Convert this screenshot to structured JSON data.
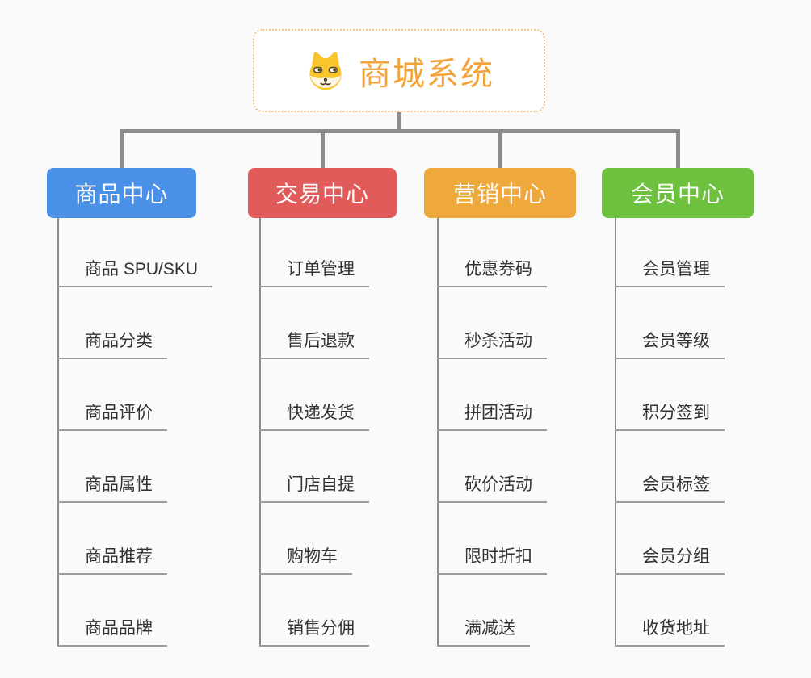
{
  "root": {
    "title": "商城系统",
    "icon": "shiba-dog-icon",
    "text_color": "#f2a43a",
    "border_color": "#f5c57c"
  },
  "connector_color": "#8c8c8c",
  "branches": [
    {
      "label": "商品中心",
      "color": "#4a90e6",
      "children": [
        "商品 SPU/SKU",
        "商品分类",
        "商品评价",
        "商品属性",
        "商品推荐",
        "商品品牌"
      ]
    },
    {
      "label": "交易中心",
      "color": "#e25b5b",
      "children": [
        "订单管理",
        "售后退款",
        "快递发货",
        "门店自提",
        "购物车",
        "销售分佣"
      ]
    },
    {
      "label": "营销中心",
      "color": "#efa83c",
      "children": [
        "优惠券码",
        "秒杀活动",
        "拼团活动",
        "砍价活动",
        "限时折扣",
        "满减送"
      ]
    },
    {
      "label": "会员中心",
      "color": "#6dc13e",
      "children": [
        "会员管理",
        "会员等级",
        "积分签到",
        "会员标签",
        "会员分组",
        "收货地址"
      ]
    }
  ]
}
